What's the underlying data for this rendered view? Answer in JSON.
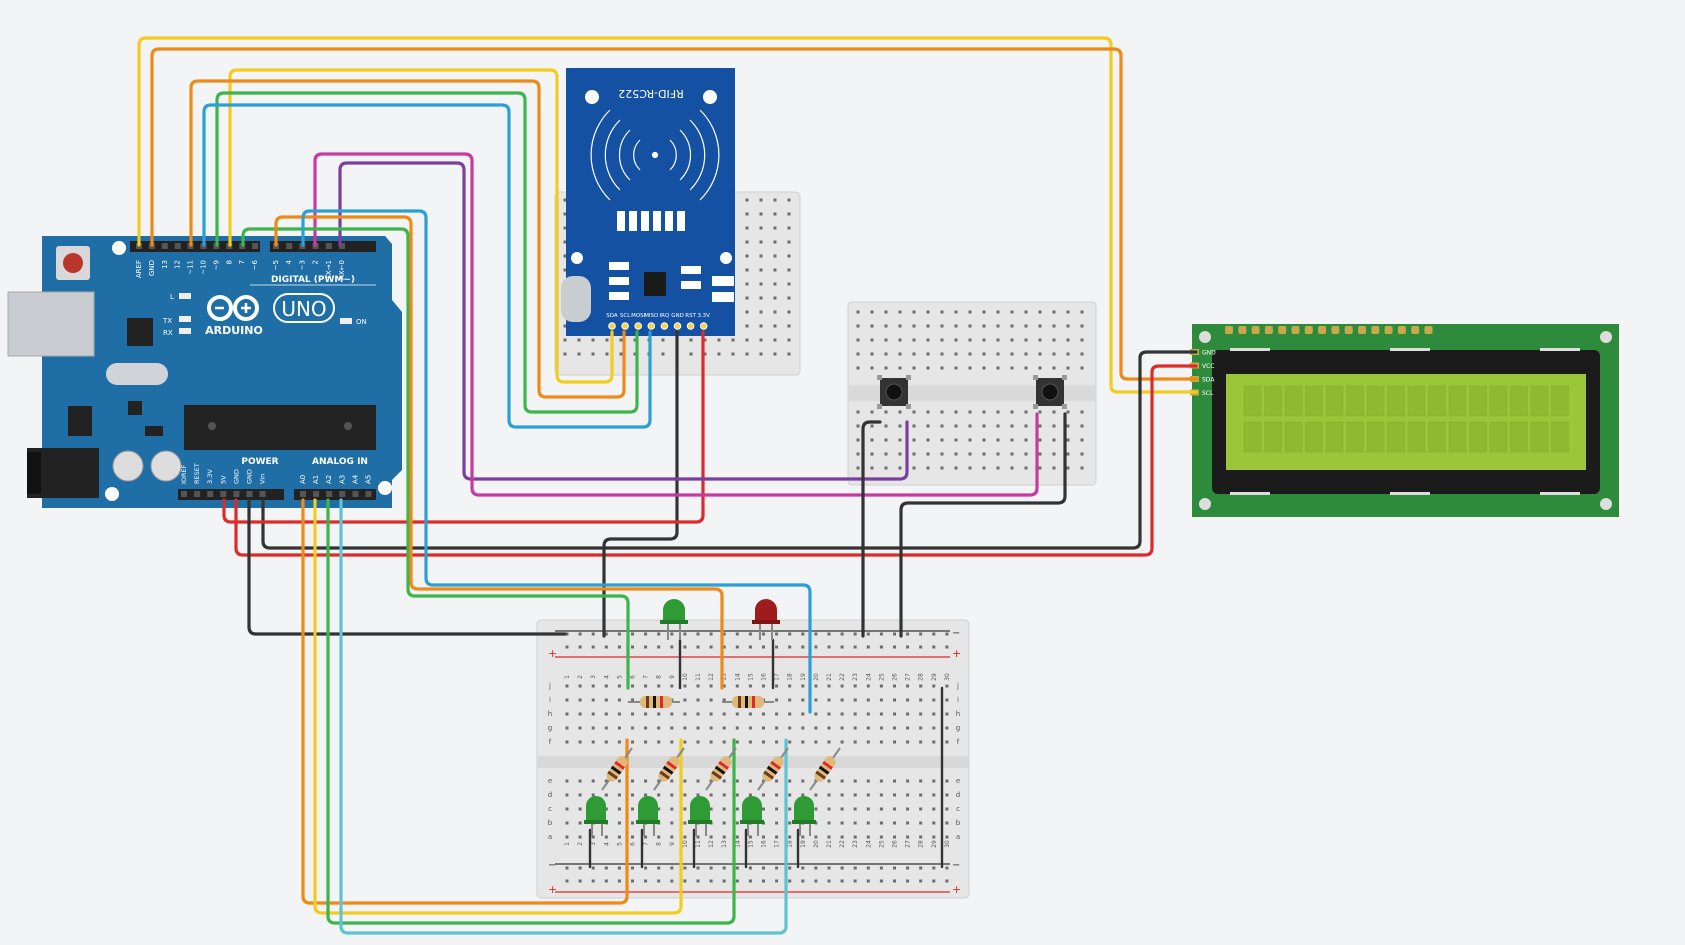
{
  "arduino": {
    "brand": "ARDUINO",
    "model": "UNO",
    "header_digital": "DIGITAL (PWM~)",
    "header_power": "POWER",
    "header_analog": "ANALOG IN",
    "led_on": "ON",
    "led_l": "L",
    "led_tx": "TX",
    "led_rx": "RX",
    "digital_pins": [
      "AREF",
      "GND",
      "13",
      "12",
      "~11",
      "~10",
      "~9",
      "8",
      "7",
      "~6",
      "~5",
      "4",
      "~3",
      "2",
      "TX→1",
      "RX←0"
    ],
    "power_pins": [
      "IOREF",
      "RESET",
      "3.3V",
      "5V",
      "GND",
      "GND",
      "Vin"
    ],
    "analog_pins": [
      "A0",
      "A1",
      "A2",
      "A3",
      "A4",
      "A5"
    ]
  },
  "rfid": {
    "title": "RFID-RC522",
    "pins": [
      "SDA",
      "SCL",
      "MOSI",
      "MISO",
      "IRQ",
      "GND",
      "RST",
      "3.3V"
    ]
  },
  "lcd": {
    "pins": [
      "GND",
      "VCC",
      "SDA",
      "SCL"
    ]
  },
  "breadboard": {
    "rail_minus": "−",
    "rail_plus": "+",
    "row_letters_top": [
      "j",
      "i",
      "h",
      "g",
      "f"
    ],
    "row_letters_bottom": [
      "e",
      "d",
      "c",
      "b",
      "a"
    ],
    "columns": [
      "1",
      "2",
      "3",
      "4",
      "5",
      "6",
      "7",
      "8",
      "9",
      "10",
      "11",
      "12",
      "13",
      "14",
      "15",
      "16",
      "17",
      "18",
      "19",
      "20",
      "21",
      "22",
      "23",
      "24",
      "25",
      "26",
      "27",
      "28",
      "29",
      "30"
    ]
  },
  "colors": {
    "background": "#f3f4f6",
    "arduino_board": "#1f6fa6",
    "rfid_board": "#1451a3",
    "lcd_pcb": "#2e8b3b",
    "lcd_screen": "#9cc63a",
    "wire_yellow": "#f2cc1f",
    "wire_orange": "#ef8a17",
    "wire_green": "#3cb54a",
    "wire_blue": "#2a9fd8",
    "wire_purple": "#7b3fa0",
    "wire_magenta": "#c83aa0",
    "wire_red": "#dc2b2b",
    "wire_black": "#333333",
    "wire_cyan": "#5ec4d1",
    "led_green": "#2e9b34",
    "led_red": "#9e1c1c"
  }
}
